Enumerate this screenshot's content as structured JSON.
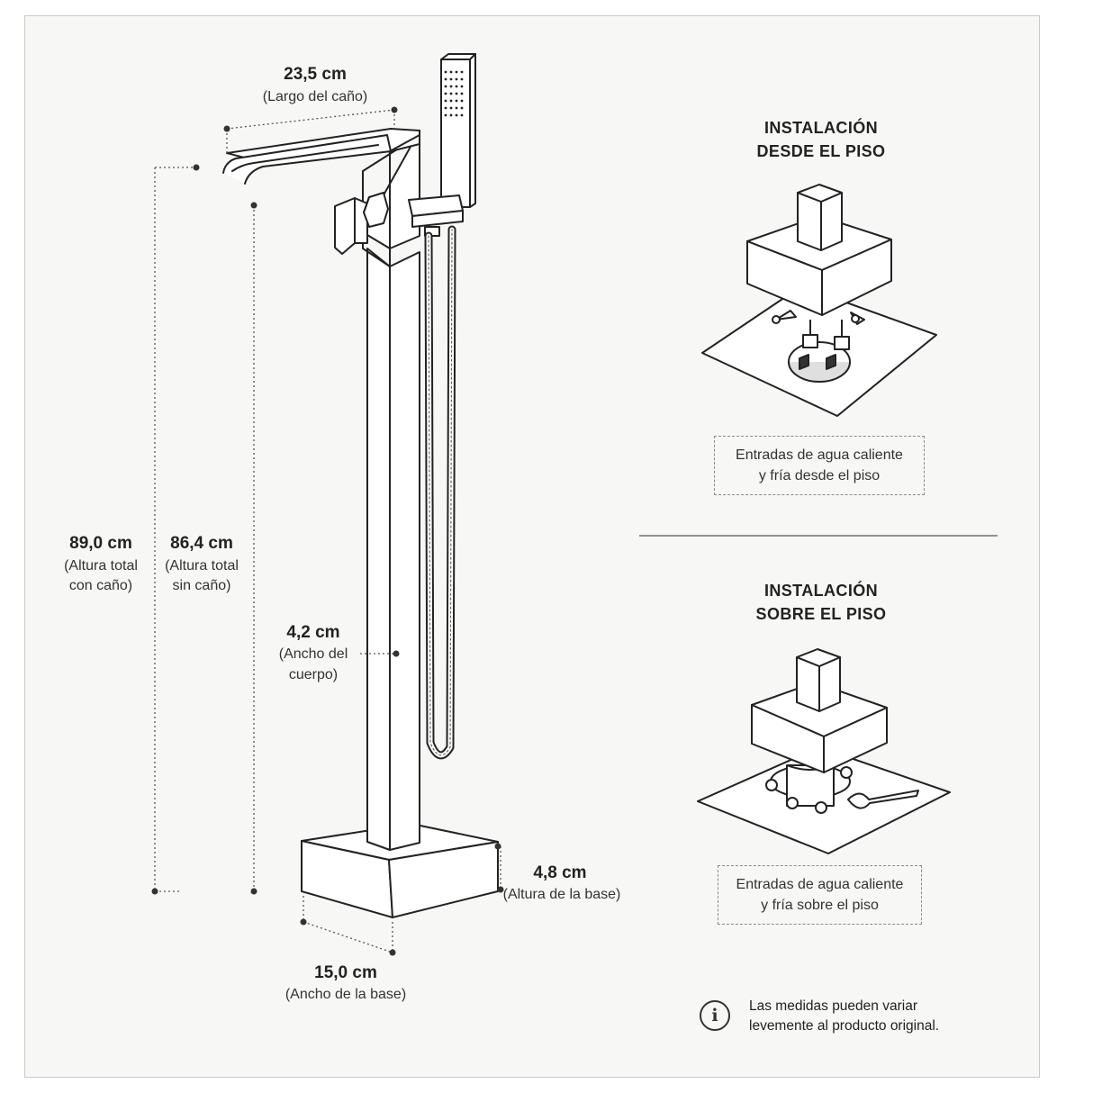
{
  "dimensions": {
    "spout_length": {
      "value": "23,5 cm",
      "label": "(Largo del caño)"
    },
    "total_height": {
      "value": "89,0 cm",
      "label_line1": "(Altura total",
      "label_line2": "con caño)"
    },
    "height_no_spout": {
      "value": "86,4 cm",
      "label_line1": "(Altura total",
      "label_line2": "sin caño)"
    },
    "body_width": {
      "value": "4,2 cm",
      "label_line1": "(Ancho del",
      "label_line2": "cuerpo)"
    },
    "base_height": {
      "value": "4,8 cm",
      "label": "(Altura de la base)"
    },
    "base_width": {
      "value": "15,0 cm",
      "label": "(Ancho de la base)"
    }
  },
  "installations": [
    {
      "title_line1": "INSTALACIÓN",
      "title_line2": "DESDE EL PISO",
      "caption_line1": "Entradas de agua caliente",
      "caption_line2": "y fría desde el piso"
    },
    {
      "title_line1": "INSTALACIÓN",
      "title_line2": "SOBRE EL PISO",
      "caption_line1": "Entradas de agua caliente",
      "caption_line2": "y fría sobre el piso"
    }
  ],
  "note": {
    "icon": "info-icon",
    "line1": "Las medidas pueden variar",
    "line2": "levemente al producto original."
  },
  "colors": {
    "line": "#222222",
    "dim": "#555555",
    "background": "#f7f7f6"
  }
}
